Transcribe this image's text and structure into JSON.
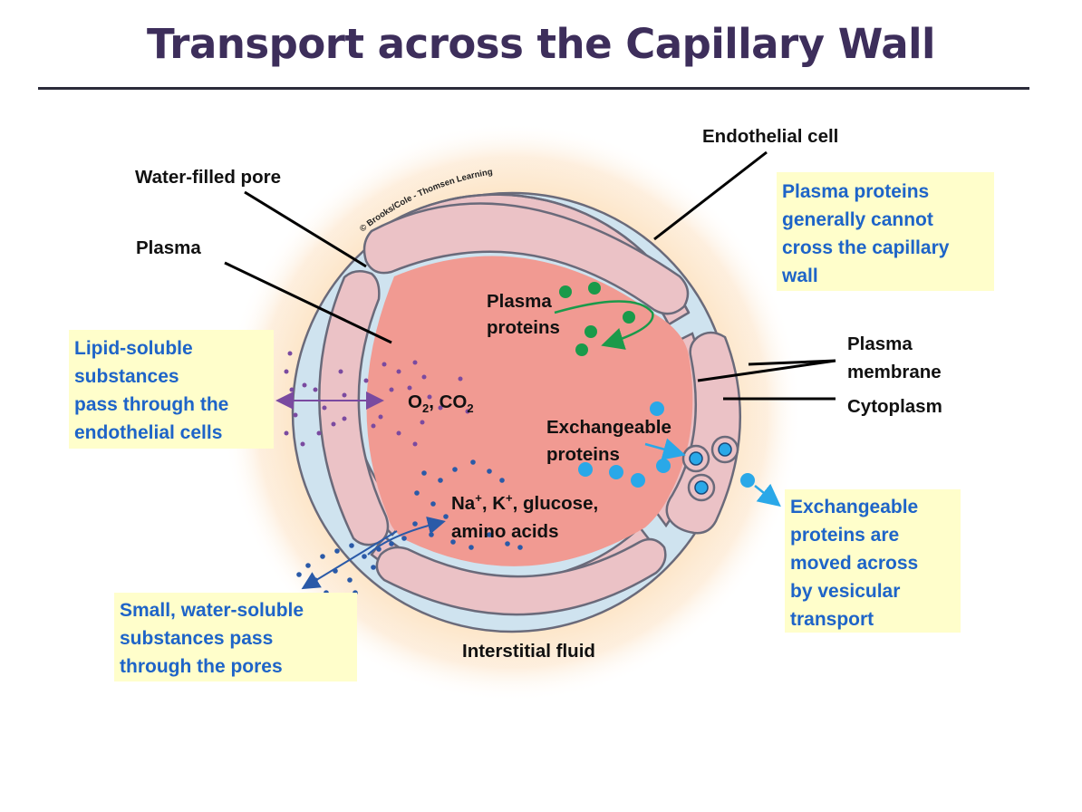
{
  "title": "Transport across the Capillary Wall",
  "labels": {
    "endothelial_cell": "Endothelial cell",
    "water_filled_pore": "Water-filled pore",
    "plasma": "Plasma",
    "plasma_membrane": [
      "Plasma",
      "membrane"
    ],
    "cytoplasm": "Cytoplasm",
    "interstitial_fluid": "Interstitial fluid",
    "plasma_proteins": [
      "Plasma",
      "proteins"
    ],
    "exchangeable_proteins": [
      "Exchangeable",
      "proteins"
    ],
    "gases": {
      "o": "O",
      "o_sub": "2",
      "sep": ", CO",
      "co_sub": "2"
    },
    "ions": {
      "na": "Na",
      "na_sup": "+",
      "sep1": ", K",
      "k_sup": "+",
      "rest": ", glucose,",
      "line2": "amino acids"
    },
    "copyright": "© Brooks/Cole - Thomsen Learning"
  },
  "notes": {
    "plasma_proteins_note": [
      "Plasma proteins",
      "generally cannot",
      "cross the capillary",
      "wall"
    ],
    "lipid_note": [
      "Lipid-soluble",
      "substances",
      "pass through the",
      "endothelial cells"
    ],
    "small_note": [
      "Small, water-soluble",
      "substances pass",
      "through the pores"
    ],
    "exchangeable_note": [
      "Exchangeable",
      "proteins are",
      "moved across",
      "by vesicular",
      "transport"
    ]
  },
  "colors": {
    "title": "#3d2e5b",
    "note_text": "#1e64c8",
    "note_bg": "#fffecb",
    "plasma": "#f19a92",
    "cell": "#ebc2c6",
    "pore": "#cfe3ef",
    "halo": "#fde3c2",
    "green_protein": "#1a9a4a",
    "blue_protein": "#2aa8e8",
    "lipid_dot": "#7a4aa0",
    "water_dot": "#2a5aa8"
  }
}
